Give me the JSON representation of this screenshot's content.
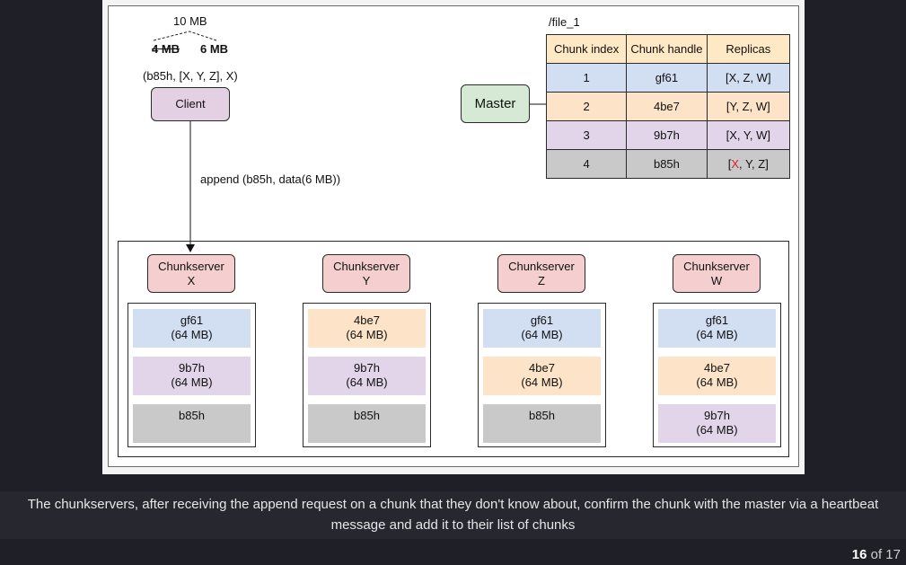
{
  "diagram": {
    "split": {
      "total": "10 MB",
      "left": "4 MB",
      "right": "6 MB"
    },
    "client": {
      "tuple": "(b85h, [X, Y, Z], X)",
      "label": "Client"
    },
    "append_label": "append (b85h, data(6 MB))",
    "master": {
      "label": "Master"
    },
    "file": {
      "name": "/file_1",
      "headers": [
        "Chunk index",
        "Chunk handle",
        "Replicas"
      ],
      "rows": [
        {
          "index": "1",
          "handle": "gf61",
          "replicas": "[X, Z, W]",
          "color": "#d2def2"
        },
        {
          "index": "2",
          "handle": "4be7",
          "replicas": "[Y, Z, W]",
          "color": "#fde3c8"
        },
        {
          "index": "3",
          "handle": "9b7h",
          "replicas": "[X, Y, W]",
          "color": "#e2d5e9"
        },
        {
          "index": "4",
          "handle": "b85h",
          "replicas_pre": "[",
          "replicas_red": "X",
          "replicas_post": ", Y, Z]",
          "color": "#c9c9c9"
        }
      ]
    },
    "chunkservers": [
      {
        "title": "Chunkserver",
        "id": "X",
        "chunks": [
          {
            "handle": "gf61",
            "size": "(64 MB)"
          },
          {
            "handle": "9b7h",
            "size": "(64 MB)"
          },
          {
            "handle": "b85h",
            "size": ""
          }
        ]
      },
      {
        "title": "Chunkserver",
        "id": "Y",
        "chunks": [
          {
            "handle": "4be7",
            "size": "(64 MB)"
          },
          {
            "handle": "9b7h",
            "size": "(64 MB)"
          },
          {
            "handle": "b85h",
            "size": ""
          }
        ]
      },
      {
        "title": "Chunkserver",
        "id": "Z",
        "chunks": [
          {
            "handle": "gf61",
            "size": "(64 MB)"
          },
          {
            "handle": "4be7",
            "size": "(64 MB)"
          },
          {
            "handle": "b85h",
            "size": ""
          }
        ]
      },
      {
        "title": "Chunkserver",
        "id": "W",
        "chunks": [
          {
            "handle": "gf61",
            "size": "(64 MB)"
          },
          {
            "handle": "4be7",
            "size": "(64 MB)"
          },
          {
            "handle": "9b7h",
            "size": "(64 MB)"
          }
        ]
      }
    ],
    "colors": {
      "gf61": "#d2def2",
      "4be7": "#fde3c8",
      "9b7h": "#e2d5e9",
      "b85h": "#c9c9c9",
      "highlight": "#e02020"
    }
  },
  "caption": "The chunkservers, after receiving the append request on a chunk that they don't know about, confirm the chunk with the master via a heartbeat message and add it to their list of chunks",
  "pager": {
    "current": "16",
    "of_text": "of 17"
  }
}
